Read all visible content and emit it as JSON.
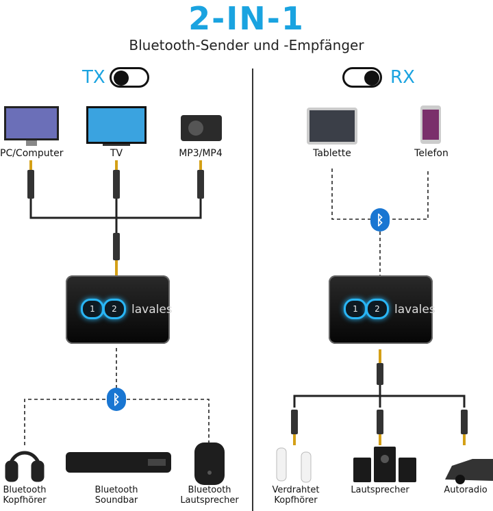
{
  "header": {
    "title": "2-IN-1",
    "subtitle": "Bluetooth-Sender und -Empfänger"
  },
  "tx": {
    "mode_label": "TX",
    "sources": [
      "PC/Computer",
      "TV",
      "MP3/MP4"
    ],
    "device_brand": "lavales",
    "btn1": "1",
    "btn2": "2",
    "outputs": [
      {
        "line1": "Bluetooth",
        "line2": "Kopfhörer"
      },
      {
        "line1": "Bluetooth",
        "line2": "Soundbar"
      },
      {
        "line1": "Bluetooth",
        "line2": "Lautsprecher"
      }
    ]
  },
  "rx": {
    "mode_label": "RX",
    "sources": [
      "Tablette",
      "Telefon"
    ],
    "device_brand": "lavales",
    "btn1": "1",
    "btn2": "2",
    "outputs": [
      {
        "line1": "Verdrahtet",
        "line2": "Kopfhörer"
      },
      {
        "line1": "Lautsprecher",
        "line2": ""
      },
      {
        "line1": "Autoradio",
        "line2": ""
      }
    ]
  },
  "colors": {
    "accent": "#1aa3e0",
    "bluetooth": "#1976d2",
    "glow": "#29b6f6"
  },
  "icons": [
    "monitor-icon",
    "tv-icon",
    "mp3-player-icon",
    "tablet-icon",
    "phone-icon",
    "headphones-icon",
    "soundbar-icon",
    "speaker-icon",
    "earbuds-icon",
    "speaker-set-icon",
    "car-icon",
    "bluetooth-icon",
    "aux-plug-icon"
  ]
}
